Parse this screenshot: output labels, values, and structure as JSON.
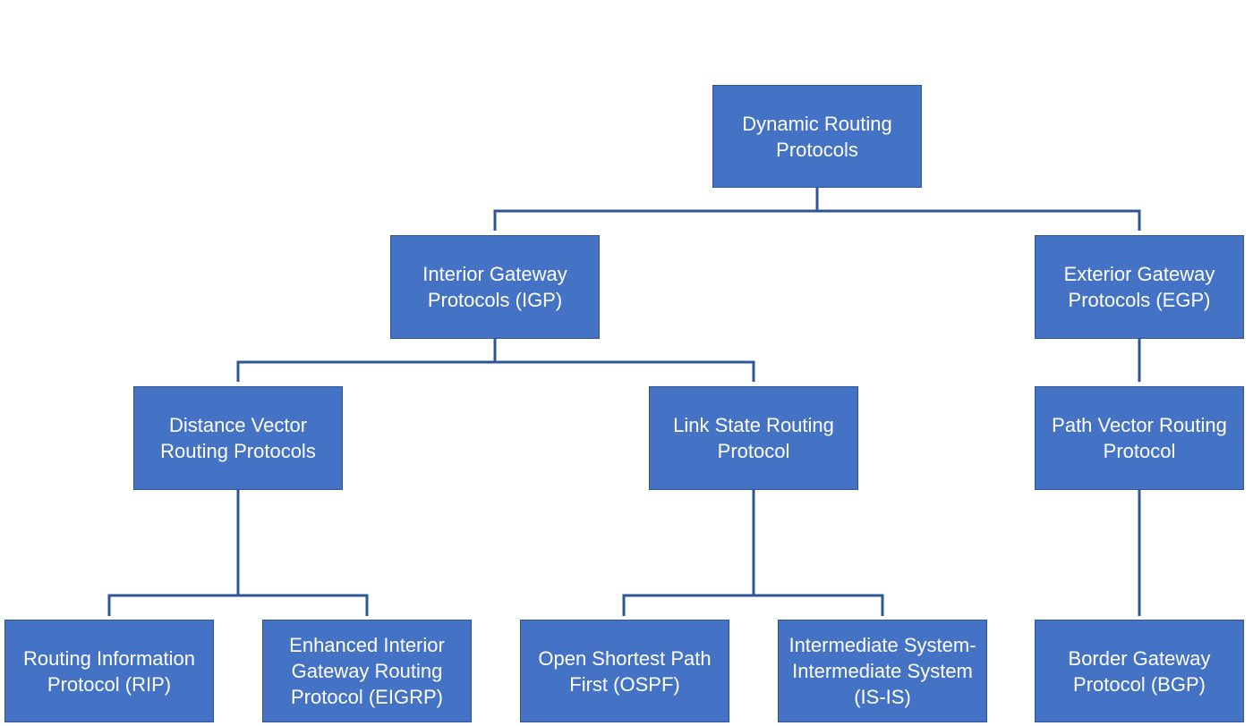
{
  "colors": {
    "box_fill": "#4472c4",
    "box_border": "#2f5597",
    "connector": "#2f5597",
    "text": "#ffffff",
    "background": "#ffffff"
  },
  "root": {
    "label": "Dynamic Routing Protocols"
  },
  "level1": {
    "igp": {
      "label": "Interior Gateway Protocols (IGP)"
    },
    "egp": {
      "label": "Exterior Gateway Protocols (EGP)"
    }
  },
  "level2": {
    "distance_vector": {
      "label": "Distance Vector Routing Protocols"
    },
    "link_state": {
      "label": "Link State Routing Protocol"
    },
    "path_vector": {
      "label": "Path Vector Routing Protocol"
    }
  },
  "level3": {
    "rip": {
      "label": "Routing Information Protocol (RIP)"
    },
    "eigrp": {
      "label": "Enhanced Interior Gateway Routing Protocol (EIGRP)"
    },
    "ospf": {
      "label": "Open Shortest Path First (OSPF)"
    },
    "isis": {
      "label": "Intermediate System-Intermediate System (IS-IS)"
    },
    "bgp": {
      "label": "Border Gateway Protocol (BGP)"
    }
  }
}
